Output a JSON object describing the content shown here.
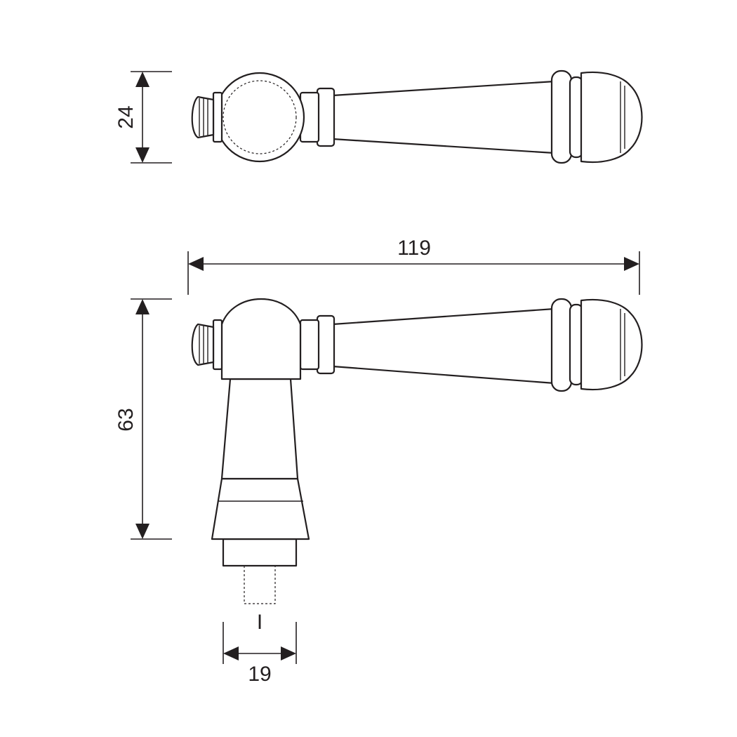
{
  "drawing": {
    "line_color": "#231f20",
    "background": "#ffffff",
    "dimensions": {
      "height_top_view": "24",
      "overall_length": "119",
      "overall_height": "63",
      "spindle_base_width": "19"
    },
    "spindle_marker": "I"
  }
}
